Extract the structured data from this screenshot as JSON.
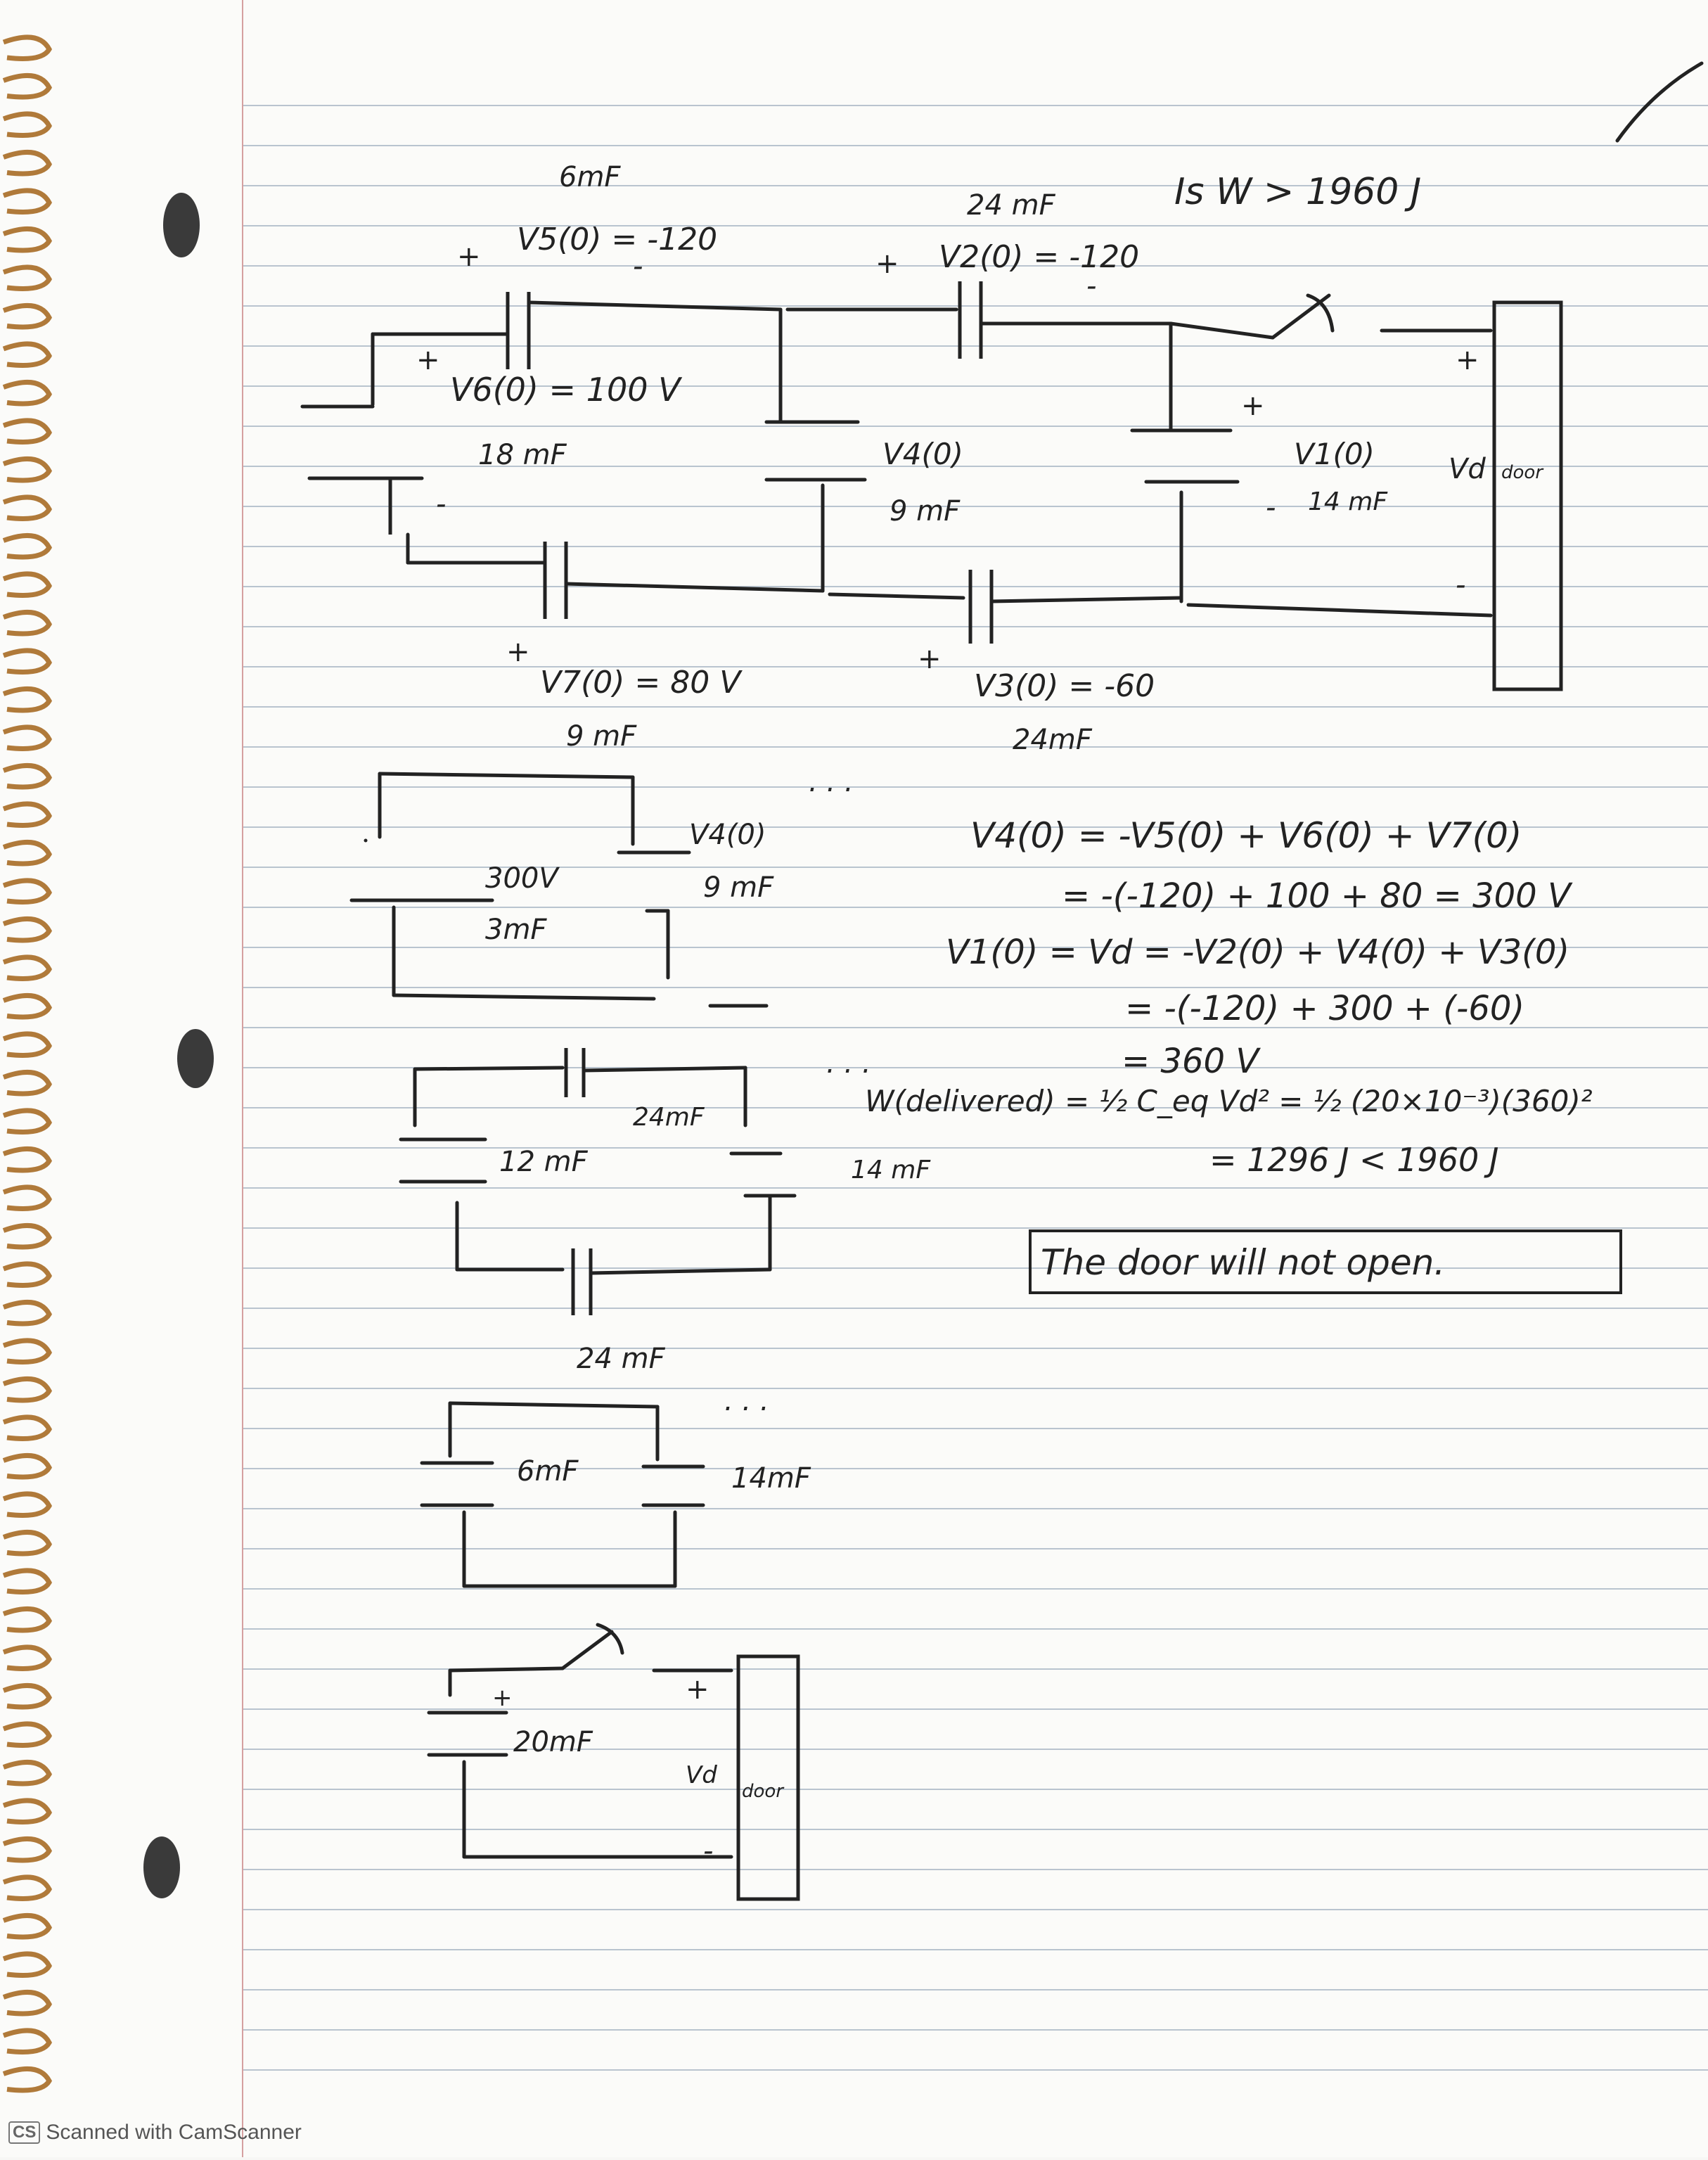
{
  "footer": {
    "badge": "CS",
    "scanner_text": "Scanned with CamScanner"
  },
  "top_circuit": {
    "question": "Is W > 1960 J",
    "c5": {
      "cap": "6mF",
      "volt": "V5(0) = -120",
      "plus": "+",
      "minus": "-"
    },
    "c2": {
      "cap": "24 mF",
      "volt": "V2(0) = -120",
      "plus": "+",
      "minus": "-"
    },
    "c6": {
      "volt": "V6(0) = 100 V",
      "cap": "18 mF",
      "plus": "+",
      "minus": "-"
    },
    "c4": {
      "volt": "V4(0)",
      "cap": "9 mF"
    },
    "c1": {
      "volt": "V1(0)",
      "cap": "14 mF",
      "plus": "+",
      "minus": "-"
    },
    "c7": {
      "volt": "V7(0) = 80 V",
      "cap": "9 mF",
      "plus": "+"
    },
    "c3": {
      "volt": "V3(0) = -60",
      "cap": "24mF",
      "plus": "+"
    },
    "vd": "Vd",
    "door": "door",
    "vd_plus": "+",
    "vd_minus": "-"
  },
  "simplified_1": {
    "c300": "300V",
    "c3mf": "3mF",
    "v4": "V4(0)",
    "c9": "9 mF",
    "dots": ". . ."
  },
  "simplified_2": {
    "c24": "24mF",
    "c12": "12 mF",
    "c14": "14 mF",
    "c24b": "24 mF",
    "dots": ". . ."
  },
  "simplified_3": {
    "c6": "6mF",
    "c14": "14mF",
    "dots": ". . ."
  },
  "final_circuit": {
    "c20": "20mF",
    "plus": "+",
    "plus2": "+",
    "vd": "Vd",
    "door": "door",
    "minus": "-"
  },
  "solution": {
    "l1": "V4(0) = -V5(0) + V6(0) + V7(0)",
    "l2": "= -(-120) + 100 + 80  =  300 V",
    "l3": "V1(0) = Vd = -V2(0) + V4(0) + V3(0)",
    "l4": "= -(-120) + 300 + (-60)",
    "l5": "= 360  V",
    "l6": "W(delivered) = ½ C_eq Vd² = ½ (20×10⁻³)(360)²",
    "l7": "= 1296 J < 1960 J",
    "answer": "The door will not open."
  }
}
